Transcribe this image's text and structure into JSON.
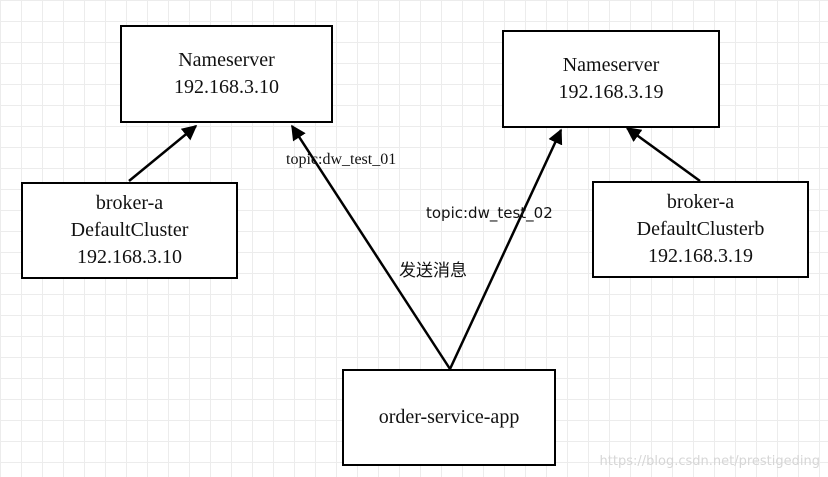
{
  "nameserver_left": {
    "line1": "Nameserver",
    "line2": "192.168.3.10"
  },
  "nameserver_right": {
    "line1": "Nameserver",
    "line2": "192.168.3.19"
  },
  "broker_left": {
    "line1": "broker-a",
    "line2": "DefaultCluster",
    "line3": "192.168.3.10"
  },
  "broker_right": {
    "line1": "broker-a",
    "line2": "DefaultClusterb",
    "line3": "192.168.3.19"
  },
  "app": {
    "label": "order-service-app"
  },
  "edges": {
    "topic_left": "topic:dw_test_01",
    "topic_right": "topic:dw_test_02",
    "send_message": "发送消息"
  },
  "watermark": "https://blog.csdn.net/prestigeding"
}
